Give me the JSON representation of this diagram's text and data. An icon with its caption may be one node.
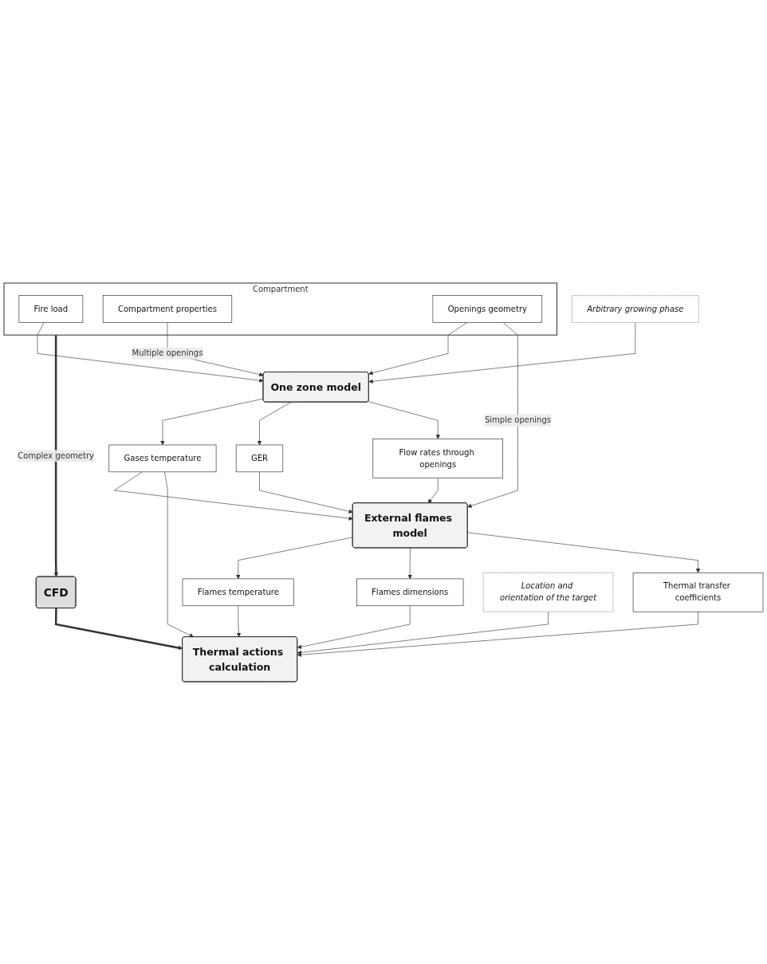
{
  "diagram": {
    "nodes": [
      {
        "text": [
          "Compartment"
        ]
      },
      {
        "text": [
          "Fire load"
        ],
        "in": 0
      },
      {
        "text": [
          "Compartment properties"
        ],
        "in": 0
      },
      {
        "text": [
          "Openings geometry"
        ],
        "in": 0
      },
      {
        "text": [
          "Arbitrary growing phase"
        ]
      },
      {
        "text": [
          "One zone model"
        ]
      },
      {
        "text": [
          "CFD"
        ]
      },
      {
        "text": [
          "Gases temperature"
        ]
      },
      {
        "text": [
          "GER"
        ]
      },
      {
        "text": [
          "Flow rates through openings"
        ]
      },
      {
        "text": [
          "External flames model"
        ]
      },
      {
        "text": [
          "Flames temperature"
        ]
      },
      {
        "text": [
          "Flames dimensions"
        ]
      },
      {
        "text": [
          "Thermal transfer coefficients"
        ]
      },
      {
        "text": [
          "Thermal actions calculation"
        ]
      },
      {
        "text": [
          "Location and orientation of the target"
        ]
      }
    ],
    "edges": [
      {
        "from": 0,
        "to": 6,
        "arrow": "to",
        "label": "Complex geometry",
        "style": "thick"
      },
      {
        "from": 1,
        "to": 5,
        "arrow": "to"
      },
      {
        "from": 2,
        "to": 5,
        "arrow": "to",
        "label": "Multiple openings"
      },
      {
        "from": 3,
        "to": 5,
        "arrow": "to"
      },
      {
        "from": 3,
        "to": 10,
        "arrow": "to",
        "label": "Simple openings"
      },
      {
        "from": 4,
        "to": 5,
        "arrow": "to"
      },
      {
        "from": 5,
        "to": 7,
        "arrow": "to"
      },
      {
        "from": 5,
        "to": 8,
        "arrow": "to"
      },
      {
        "from": 5,
        "to": 9,
        "arrow": "to"
      },
      {
        "from": 7,
        "to": 10,
        "arrow": "to"
      },
      {
        "from": 8,
        "to": 10,
        "arrow": "to"
      },
      {
        "from": 9,
        "to": 10,
        "arrow": "to"
      },
      {
        "from": 7,
        "to": 14,
        "arrow": "to"
      },
      {
        "from": 6,
        "to": 14,
        "arrow": "to",
        "style": "thick"
      },
      {
        "from": 10,
        "to": 11,
        "arrow": "to"
      },
      {
        "from": 10,
        "to": 12,
        "arrow": "to"
      },
      {
        "from": 10,
        "to": 13,
        "arrow": "to"
      },
      {
        "from": 11,
        "to": 14,
        "arrow": "to"
      },
      {
        "from": 12,
        "to": 14,
        "arrow": "to"
      },
      {
        "from": 13,
        "to": 14,
        "arrow": "to"
      },
      {
        "from": 15,
        "to": 14,
        "arrow": "to"
      }
    ]
  }
}
